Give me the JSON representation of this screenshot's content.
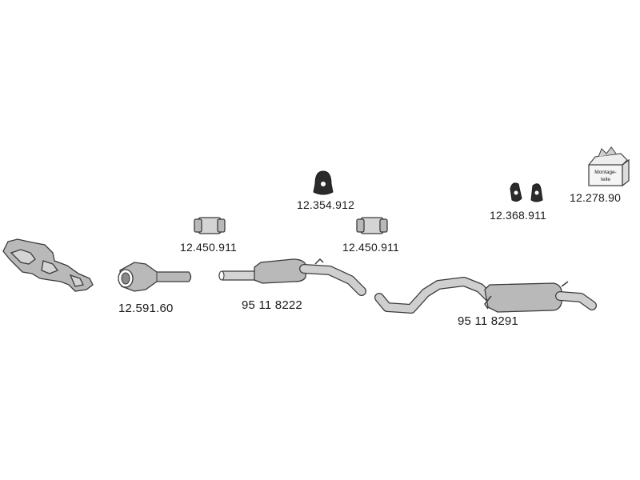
{
  "parts": [
    {
      "id": "manifold",
      "icon": "exhaust-manifold-icon",
      "number": ""
    },
    {
      "id": "catalyst",
      "icon": "catalytic-converter-icon",
      "number": "12.591.60"
    },
    {
      "id": "clamp_1",
      "icon": "pipe-clamp-icon",
      "number": "12.450.911"
    },
    {
      "id": "front_silencer",
      "icon": "front-silencer-icon",
      "number": "95 11 8222"
    },
    {
      "id": "rubber_mount_1",
      "icon": "rubber-mount-icon",
      "number": "12.354.912"
    },
    {
      "id": "clamp_2",
      "icon": "pipe-clamp-icon",
      "number": "12.450.911"
    },
    {
      "id": "rear_silencer",
      "icon": "rear-silencer-icon",
      "number": "95 11 8291"
    },
    {
      "id": "rubber_mount_2",
      "icon": "rubber-mount-pair-icon",
      "number": "12.368.911"
    },
    {
      "id": "mounting_kit",
      "icon": "mounting-kit-box-icon",
      "number": "12.278.90",
      "box_text": [
        "Montage-",
        "teile"
      ]
    }
  ],
  "colors": {
    "part_fill": "#b9b9b9",
    "outline": "#3a3a3a",
    "rubber": "#2b2b2b",
    "text": "#1a1a1a"
  }
}
